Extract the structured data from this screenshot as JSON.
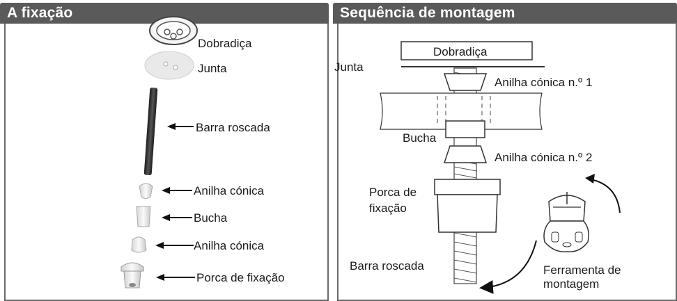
{
  "left_panel": {
    "title": "A fixação",
    "labels": {
      "hinge": "Dobradiça",
      "gasket": "Junta",
      "threaded_rod": "Barra roscada",
      "conical_washer_1": "Anilha cónica",
      "bushing": "Bucha",
      "conical_washer_2": "Anilha cónica",
      "fixing_nut": "Porca de fixação"
    }
  },
  "right_panel": {
    "title": "Sequência de montagem",
    "labels": {
      "hinge": "Dobradiça",
      "gasket": "Junta",
      "washer_1": "Anilha cónica n.º 1",
      "bushing": "Bucha",
      "washer_2": "Anilha cónica n.º 2",
      "nut_line1": "Porca de",
      "nut_line2": "fixação",
      "threaded_rod": "Barra roscada",
      "tool_line1": "Ferramenta de",
      "tool_line2": "montagem"
    }
  },
  "colors": {
    "header_bg": "#5a5a5a",
    "header_text": "#ffffff",
    "frame": "#6a6a6a"
  }
}
